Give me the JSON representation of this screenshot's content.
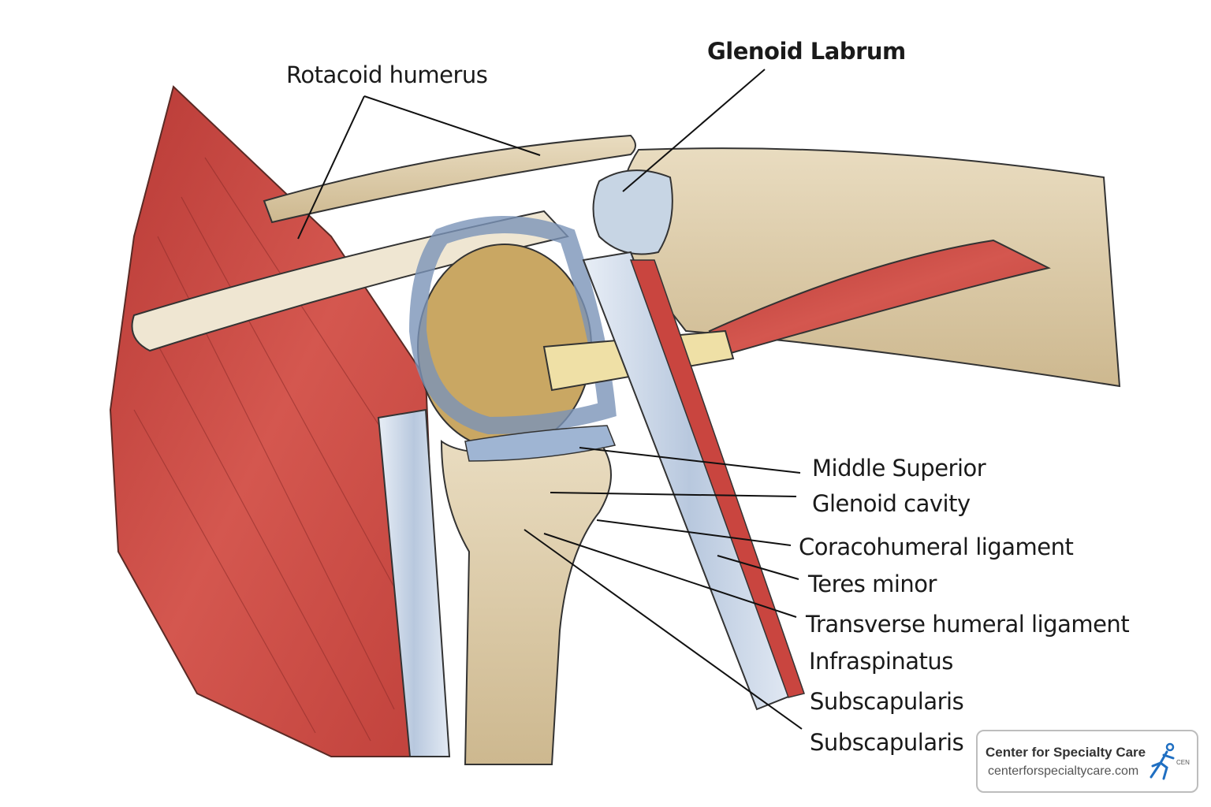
{
  "labels": {
    "rotacoid_humerus": "Rotacoid humerus",
    "glenoid_labrum": "Glenoid Labrum",
    "middle_superior": "Middle Superior",
    "glenoid_cavity": "Glenoid cavity",
    "coracohumeral_ligament": "Coracohumeral ligament",
    "teres_minor": "Teres minor",
    "transverse_humeral_ligament": "Transverse humeral ligament",
    "infraspinatus": "Infraspinatus",
    "subscapularis_1": "Subscapularis",
    "subscapularis_2": "Subscapularis"
  },
  "badge": {
    "name": "Center for Specialty Care",
    "url": "centerforspecialtycare.com",
    "logo_text": "CEN"
  },
  "colors": {
    "muscle": "#c9453f",
    "bone": "#dcc9a3",
    "ligament": "#c9d6e6",
    "cartilage": "#9fb5d3",
    "tendon": "#efe0a6"
  }
}
